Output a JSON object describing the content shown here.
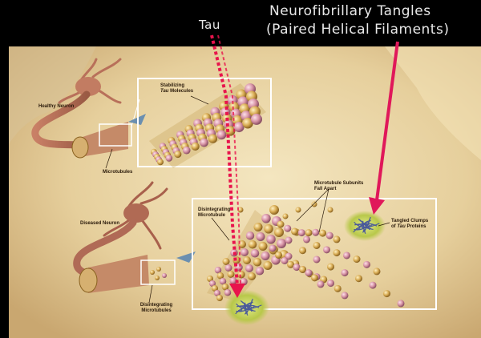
{
  "header": {
    "tau_label": "Tau",
    "title_line1": "Neurofibrillary Tangles",
    "title_line2": "(Paired Helical Filaments)"
  },
  "labels": {
    "healthy_neuron": "Healthy Neuron",
    "stabilizing_line1": "Stabilizing",
    "stabilizing_tau": "Tau",
    "stabilizing_line2_rest": " Molecules",
    "microtubules": "Microtubules",
    "diseased_neuron": "Diseased Neuron",
    "disintegrating_line1": "Disintegrating",
    "disintegrating_line2": "Microtubule",
    "subunits_line1": "Microtubule Subunits",
    "subunits_line2": "Fall Apart",
    "clumps_line1": "Tangled Clumps",
    "clumps_line2_pre": "of ",
    "clumps_line2_tau": "Tau",
    "clumps_line2_rest": " Proteins",
    "disint_mts_line1": "Disintegrating",
    "disint_mts_line2": "Microtubules"
  },
  "colors": {
    "background": "#000000",
    "parchment": "#e9d3a2",
    "neuron": "#b8705a",
    "bead_gold": "#d9ad55",
    "bead_pink": "#d894a6",
    "tau_arrow": "#e8144c",
    "title_arrow": "#e0185a",
    "tangle_green": "#b8c84a",
    "tangle_blue": "#4a5a9a"
  }
}
